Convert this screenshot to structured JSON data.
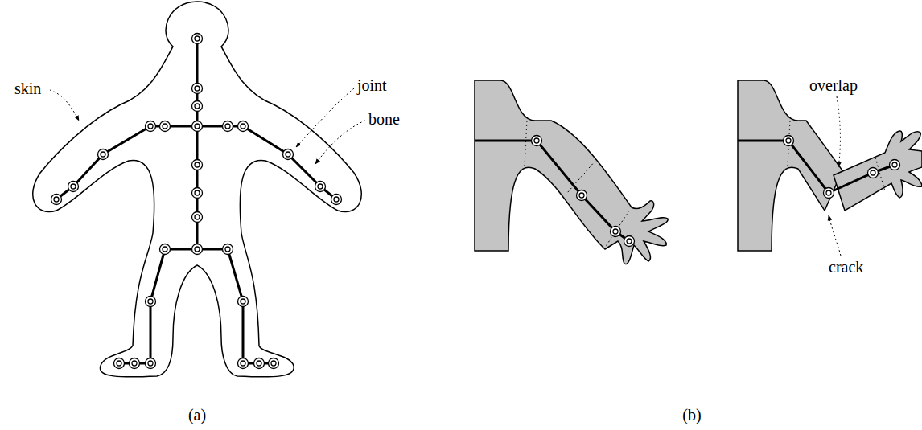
{
  "diagram": {
    "labels": [
      "skin",
      "joint",
      "bone",
      "overlap",
      "crack",
      "(a)",
      "(b)"
    ]
  }
}
